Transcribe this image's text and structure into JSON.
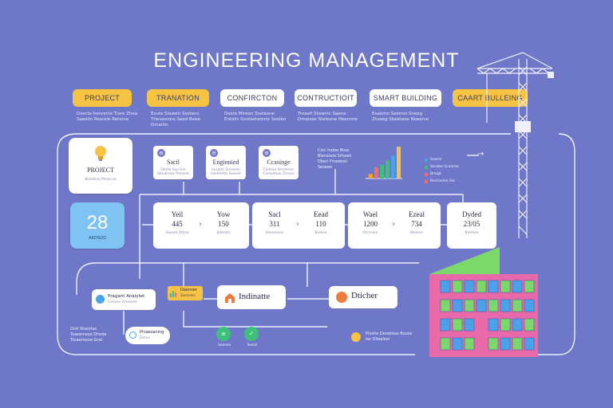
{
  "title": "ENGINEERING MANAGEMENT",
  "pills": [
    {
      "label": "PROJECT",
      "style": "yellow",
      "sub": "Dsecte henrenie Tiare Zhea Saeelin Rexreie Retione"
    },
    {
      "label": "TRANATION",
      "style": "yellow",
      "sub": "Esute Sieweti Ssetens Ttieveenne Seed Beee Dmaitin"
    },
    {
      "label": "CONFIRCTON",
      "style": "white",
      "sub": "Doste Mireon Sreteone Entalis Gvolsetamrie Seelen"
    },
    {
      "label": "CONTRUCTIOIT",
      "style": "white",
      "sub": "Trvaelt Stewnic Saene Dmaisse Stelesne Heerrore"
    },
    {
      "label": "SMART BUILDING",
      "style": "white",
      "sub": "Esaeme Seemei Sneeg Ztueeg Sbeelaoe Noeeive"
    },
    {
      "label": "CAART BULLEING",
      "style": "yellow",
      "sub": ""
    }
  ],
  "project_card": {
    "label": "PROJECT",
    "sub": "Bsaetise Pesecne"
  },
  "stat_card": {
    "value": "28",
    "sub": "ARDSOO"
  },
  "docs": [
    {
      "label": "Sacil",
      "sub": "Deste Sercine Sbedinew Pmoset"
    },
    {
      "label": "Enginnied",
      "sub": "Soraite Sereeen Hedltetfe Soeeel"
    },
    {
      "label": "Ccasinge",
      "sub": "Flofese Strelmne Cerooteae Dsaee"
    }
  ],
  "chart_caption": "Cioc haloo Btea Bieceteie Srheeh Dberi Fmeeteii Seseee",
  "legend": [
    "Soerie",
    "Serabe Scalvow",
    "Braigt",
    "Bectaelne Sie"
  ],
  "metric_groups": [
    {
      "cells": [
        {
          "head": "Yeil",
          "val": "445",
          "sub": "Sweed Ditlse"
        },
        {
          "head": "Yow",
          "val": "150",
          "sub": "Bdelate"
        }
      ]
    },
    {
      "cells": [
        {
          "head": "Sacl",
          "val": "311",
          "sub": "Bareeeies"
        },
        {
          "head": "Eead",
          "val": "110",
          "sub": "Bieese"
        }
      ]
    },
    {
      "cells": [
        {
          "head": "Wael",
          "val": "1200",
          "sub": "Dsrerien"
        },
        {
          "head": "Ezeal",
          "val": "734",
          "sub": "Blesine"
        }
      ]
    },
    {
      "cells": [
        {
          "head": "Dyded",
          "val": "23/05",
          "sub": "Beetiee"
        }
      ]
    }
  ],
  "flow": {
    "project_analytic": "Pragant Analytet",
    "project_analytic_sub": "Cerane Gruoeee",
    "dashboard": "Dasnner",
    "dashboard_sub": "Soearnes",
    "indinatte": "Indinatte",
    "dticher": "Dticher",
    "presentation": "Prsaesaning",
    "presentation_sub": "Doise",
    "left_note": "Drst Stsestse Tsaeemsoe Dhede Ttsaemone Grat",
    "right_note": "Ploshe Deoeteas Rouos ter Dileelser",
    "social_a": "Seense",
    "social_b": "Seeal"
  },
  "chart_data": {
    "type": "bar",
    "values": [
      2,
      5,
      6,
      8,
      10,
      14
    ],
    "colors": [
      "#f5a623",
      "#f56c6c",
      "#3ec07a",
      "#3ec07a",
      "#4aa3e8",
      "#f5c343"
    ]
  },
  "colors": {
    "background": "#6f77c8",
    "accent_yellow": "#f6c343",
    "building_pink": "#e86aa8",
    "roof_green": "#7bd86a"
  }
}
